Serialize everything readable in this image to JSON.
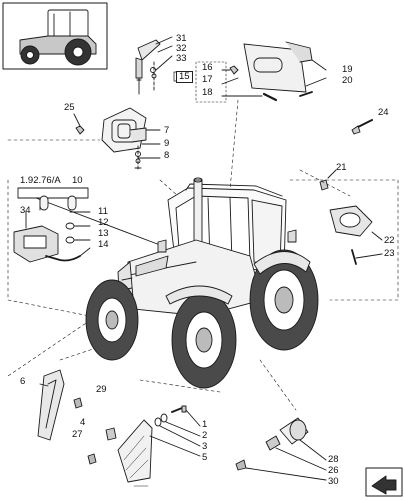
{
  "callouts": {
    "c1": "1",
    "c2": "2",
    "c3": "3",
    "c4": "4",
    "c5": "5",
    "c6": "6",
    "c7": "7",
    "c8": "8",
    "c9": "9",
    "c10": "10",
    "c11": "11",
    "c12": "12",
    "c13": "13",
    "c14": "14",
    "c15": "15",
    "c16": "16",
    "c17": "17",
    "c18": "18",
    "c19": "19",
    "c20": "20",
    "c21": "21",
    "c22": "22",
    "c23": "23",
    "c24": "24",
    "c25": "25",
    "c26": "26",
    "c27": "27",
    "c28": "28",
    "c29": "29",
    "c30": "30",
    "c31": "31",
    "c32": "32",
    "c33": "33",
    "c34": "34"
  },
  "reference": "1.92.76/A",
  "icons": [
    "tractor-thumbnail-icon",
    "next-page-arrow-icon"
  ]
}
